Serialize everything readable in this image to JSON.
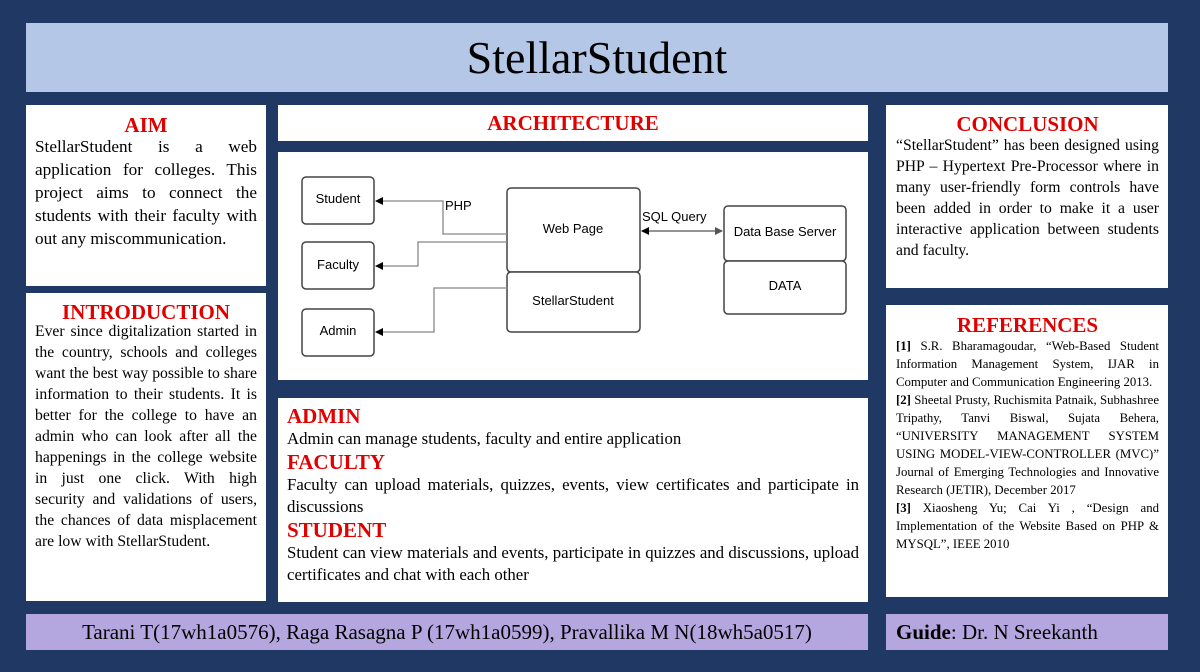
{
  "title": "StellarStudent",
  "aim": {
    "heading": "AIM",
    "text": "StellarStudent is a web application for colleges. This project aims to connect the students with their faculty with out any miscommunication."
  },
  "introduction": {
    "heading": "INTRODUCTION",
    "text": "Ever since digitalization started in the country, schools and colleges want the best way possible to share information to their students. It is better for the college to have an admin who can look after all the happenings in the college website in just one click. With high security and validations of users, the chances of data misplacement are low with StellarStudent."
  },
  "architecture": {
    "heading": "ARCHITECTURE",
    "nodes": {
      "student": "Student",
      "faculty": "Faculty",
      "admin": "Admin",
      "web_page": "Web Page",
      "stellar": "StellarStudent",
      "db_server": "Data Base Server",
      "data": "DATA"
    },
    "edge_labels": {
      "php": "PHP",
      "sql": "SQL Query"
    }
  },
  "roles": [
    {
      "title": "ADMIN",
      "desc": "Admin can manage students, faculty and entire application"
    },
    {
      "title": "FACULTY",
      "desc": "Faculty can upload materials, quizzes, events, view certificates and participate in discussions"
    },
    {
      "title": "STUDENT",
      "desc": "Student can view materials and events, participate in quizzes and discussions, upload certificates and chat with each other"
    }
  ],
  "conclusion": {
    "heading": "CONCLUSION",
    "text": "“StellarStudent” has been designed using PHP – Hypertext Pre-Processor where in many user-friendly form controls have been added in order to make it a user interactive application between students and faculty."
  },
  "references": {
    "heading": "REFERENCES",
    "items": [
      {
        "num": "[1]",
        "text": " S.R. Bharamagoudar, “Web-Based Student Information Management System, IJAR in Computer and Communication Engineering 2013."
      },
      {
        "num": "[2]",
        "text": " Sheetal Prusty, Ruchismita Patnaik, Subhashree Tripathy, Tanvi Biswal, Sujata Behera, “UNIVERSITY MANAGEMENT SYSTEM USING MODEL-VIEW-CONTROLLER (MVC)” Journal of Emerging Technologies and Innovative Research (JETIR), December 2017"
      },
      {
        "num": "[3]",
        "text": " Xiaosheng Yu; Cai Yi , “Design and Implementation of the Website Based on PHP & MYSQL”, IEEE 2010"
      }
    ]
  },
  "authors": "Tarani T(17wh1a0576), Raga Rasagna P (17wh1a0599), Pravallika M N(18wh5a0517)",
  "guide": {
    "label": "Guide",
    "name": ": Dr. N Sreekanth"
  }
}
